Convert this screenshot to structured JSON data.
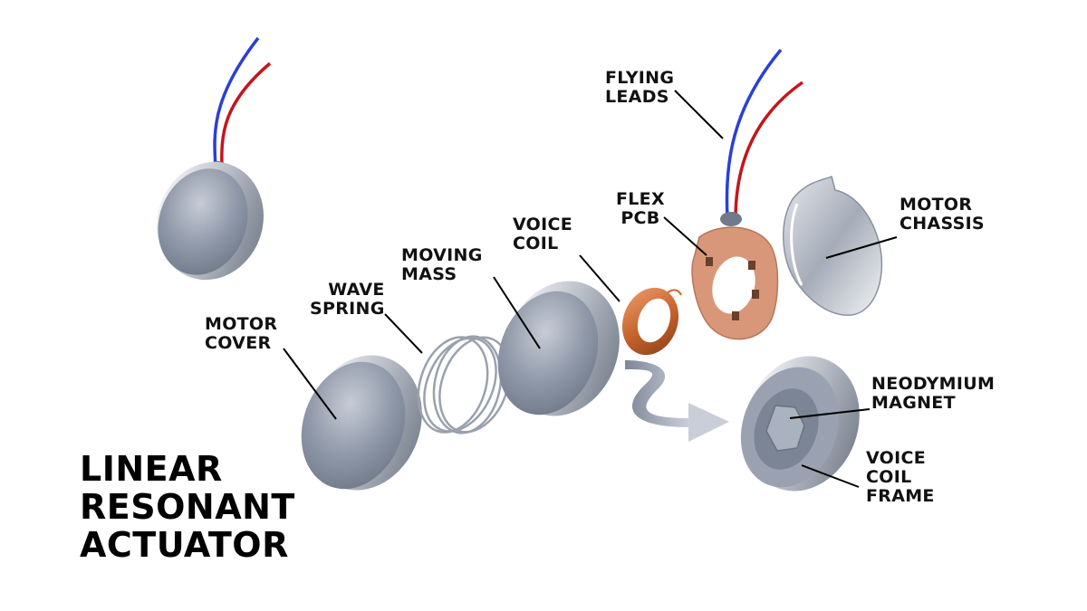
{
  "title": {
    "lines": [
      "LINEAR",
      "RESONANT",
      "ACTUATOR"
    ]
  },
  "labels": {
    "flying_leads": [
      "FLYING",
      "LEADS"
    ],
    "flex_pcb": [
      "FLEX",
      "PCB"
    ],
    "motor_chassis": [
      "MOTOR",
      "CHASSIS"
    ],
    "voice_coil": [
      "VOICE",
      "COIL"
    ],
    "moving_mass": [
      "MOVING",
      "MASS"
    ],
    "wave_spring": [
      "WAVE",
      "SPRING"
    ],
    "motor_cover": [
      "MOTOR",
      "COVER"
    ],
    "neodymium_magnet": [
      "NEODYMIUM",
      "MAGNET"
    ],
    "voice_coil_frame": [
      "VOICE",
      "COIL",
      "FRAME"
    ]
  },
  "colors": {
    "wire_blue": "#2b3fd6",
    "wire_red": "#c4161c",
    "copper": "#c8662e",
    "pcb": "#d9977a",
    "metal": "#8e97a6"
  }
}
